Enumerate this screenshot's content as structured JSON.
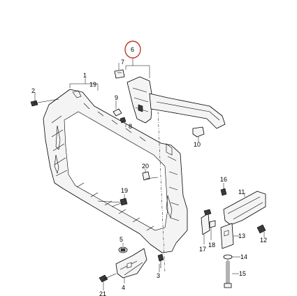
{
  "diagram": {
    "labels": {
      "p1": "1",
      "p19a": "19",
      "p2": "2",
      "p6": "6",
      "p7": "7",
      "p9": "9",
      "p8": "8",
      "p10": "10",
      "p20": "20",
      "p19b": "19",
      "p16": "16",
      "p11": "11",
      "p13": "13",
      "p12": "12",
      "p17": "17",
      "p18": "18",
      "p14": "14",
      "p15": "15",
      "p5": "5",
      "p3": "3",
      "p4": "4",
      "p21": "21"
    },
    "highlight_color": "#c0392b"
  }
}
